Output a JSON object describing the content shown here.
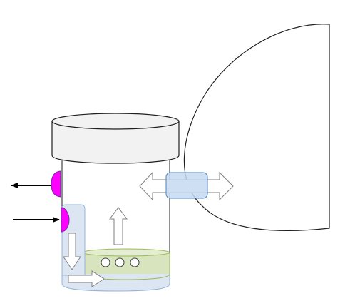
{
  "colors": {
    "background": "#ffffff",
    "outline": "#1f1f1f",
    "lid_fill": "#f2f2f2",
    "channel_fill": "#dce6f2",
    "channel_stroke": "#95b3d7",
    "medium_fill": "#d7e4bd",
    "medium_stroke": "#9bbb59",
    "port_fill": "#ff00ff",
    "port_stroke": "#7030a0",
    "connector_fill": "#c6d9f1",
    "connector_stroke": "#4f81bd",
    "flow_arrow_fill": "#ffffff",
    "flow_arrow_stroke": "#7f7f7f",
    "io_arrow": "#000000"
  },
  "components": {
    "lid": "lid",
    "vessel": "vessel-body",
    "medium": "culture-medium",
    "bubbles": 3,
    "inlet_port": "inlet-port",
    "outlet_port": "outlet-port",
    "inflow_channel": "inflow-channel",
    "bottom_channel": "bottom-channel",
    "side_connector": "side-connector",
    "external_chamber": "external-chamber"
  }
}
